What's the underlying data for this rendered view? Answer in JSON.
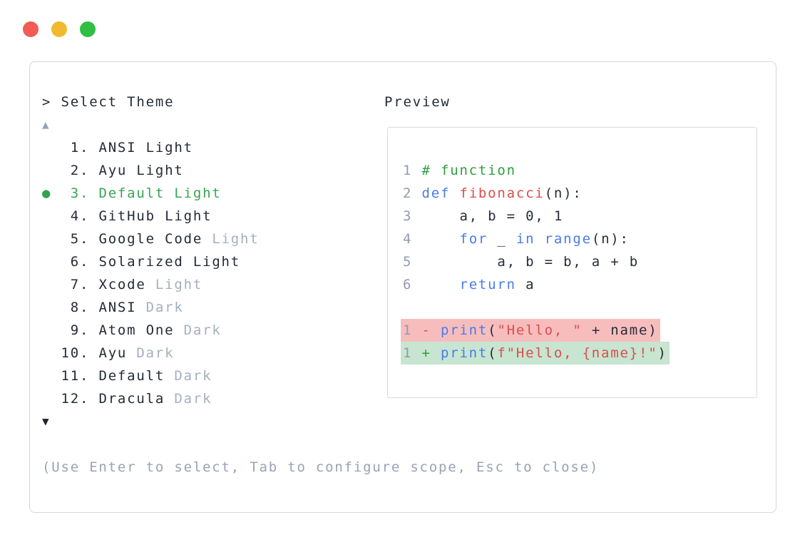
{
  "window": {
    "traffic_lights": [
      "close",
      "minimize",
      "zoom"
    ]
  },
  "theme_selector": {
    "prompt": "> Select Theme",
    "scroll_up_indicator": "▲",
    "scroll_down_indicator": "▼",
    "selected_bullet": "●",
    "items": [
      {
        "number": "1",
        "label": "ANSI",
        "suffix": "Light",
        "suffix_muted": false,
        "selected": false
      },
      {
        "number": "2",
        "label": "Ayu",
        "suffix": "Light",
        "suffix_muted": false,
        "selected": false
      },
      {
        "number": "3",
        "label": "Default",
        "suffix": "Light",
        "suffix_muted": false,
        "selected": true
      },
      {
        "number": "4",
        "label": "GitHub",
        "suffix": "Light",
        "suffix_muted": false,
        "selected": false
      },
      {
        "number": "5",
        "label": "Google Code",
        "suffix": "Light",
        "suffix_muted": true,
        "selected": false
      },
      {
        "number": "6",
        "label": "Solarized",
        "suffix": "Light",
        "suffix_muted": false,
        "selected": false
      },
      {
        "number": "7",
        "label": "Xcode",
        "suffix": "Light",
        "suffix_muted": true,
        "selected": false
      },
      {
        "number": "8",
        "label": "ANSI",
        "suffix": "Dark",
        "suffix_muted": true,
        "selected": false
      },
      {
        "number": "9",
        "label": "Atom One",
        "suffix": "Dark",
        "suffix_muted": true,
        "selected": false
      },
      {
        "number": "10",
        "label": "Ayu",
        "suffix": "Dark",
        "suffix_muted": true,
        "selected": false
      },
      {
        "number": "11",
        "label": "Default",
        "suffix": "Dark",
        "suffix_muted": true,
        "selected": false
      },
      {
        "number": "12",
        "label": "Dracula",
        "suffix": "Dark",
        "suffix_muted": true,
        "selected": false
      }
    ],
    "hint": "(Use Enter to select, Tab to configure scope, Esc to close)"
  },
  "preview": {
    "title": "Preview",
    "code_lines": [
      {
        "num": "1",
        "highlight": null,
        "tokens": [
          {
            "t": "# function",
            "c": "comment"
          }
        ]
      },
      {
        "num": "2",
        "highlight": null,
        "tokens": [
          {
            "t": "def ",
            "c": "keyword"
          },
          {
            "t": "fibonacci",
            "c": "string"
          },
          {
            "t": "(n):",
            "c": "plain"
          }
        ]
      },
      {
        "num": "3",
        "highlight": null,
        "tokens": [
          {
            "t": "    a, b = 0, 1",
            "c": "plain"
          }
        ]
      },
      {
        "num": "4",
        "highlight": null,
        "tokens": [
          {
            "t": "    ",
            "c": "plain"
          },
          {
            "t": "for",
            "c": "keyword"
          },
          {
            "t": " _ ",
            "c": "plain"
          },
          {
            "t": "in",
            "c": "keyword"
          },
          {
            "t": " ",
            "c": "plain"
          },
          {
            "t": "range",
            "c": "keyword"
          },
          {
            "t": "(n):",
            "c": "plain"
          }
        ]
      },
      {
        "num": "5",
        "highlight": null,
        "tokens": [
          {
            "t": "        a, b = b, a + b",
            "c": "plain"
          }
        ]
      },
      {
        "num": "6",
        "highlight": null,
        "tokens": [
          {
            "t": "    ",
            "c": "plain"
          },
          {
            "t": "return",
            "c": "keyword"
          },
          {
            "t": " a",
            "c": "plain"
          }
        ]
      },
      {
        "num": "",
        "highlight": null,
        "tokens": []
      },
      {
        "num": "1",
        "highlight": "removed",
        "tokens": [
          {
            "t": "- ",
            "c": "minus"
          },
          {
            "t": "print",
            "c": "keyword"
          },
          {
            "t": "(",
            "c": "plain"
          },
          {
            "t": "\"Hello, \"",
            "c": "string"
          },
          {
            "t": " + name)",
            "c": "plain"
          }
        ]
      },
      {
        "num": "1",
        "highlight": "added",
        "tokens": [
          {
            "t": "+ ",
            "c": "plus"
          },
          {
            "t": "print",
            "c": "keyword"
          },
          {
            "t": "(",
            "c": "plain"
          },
          {
            "t": "f\"Hello, {name}!\"",
            "c": "string"
          },
          {
            "t": ")",
            "c": "plain"
          }
        ]
      }
    ]
  },
  "colors": {
    "panel_border": "#d3d8df",
    "text_dark": "#242b36",
    "muted_gray": "#a6afbf",
    "hint_gray": "#98a3b5",
    "selected_green": "#3aa452",
    "selected_dot_green": "#2ea44e",
    "scroll_up_gray": "#96a3b8",
    "scroll_down_black": "#1c212b",
    "line_number_gray": "#919baf",
    "comment_green": "#2e9e3e",
    "keyword_blue": "#477ceb",
    "string_red": "#dd4d4d",
    "diff_removed_bg": "#f7bdbd",
    "diff_added_bg": "#c7e5d0",
    "traffic_red": "#f25c55",
    "traffic_yellow": "#f2b831",
    "traffic_green": "#2fbf44"
  }
}
